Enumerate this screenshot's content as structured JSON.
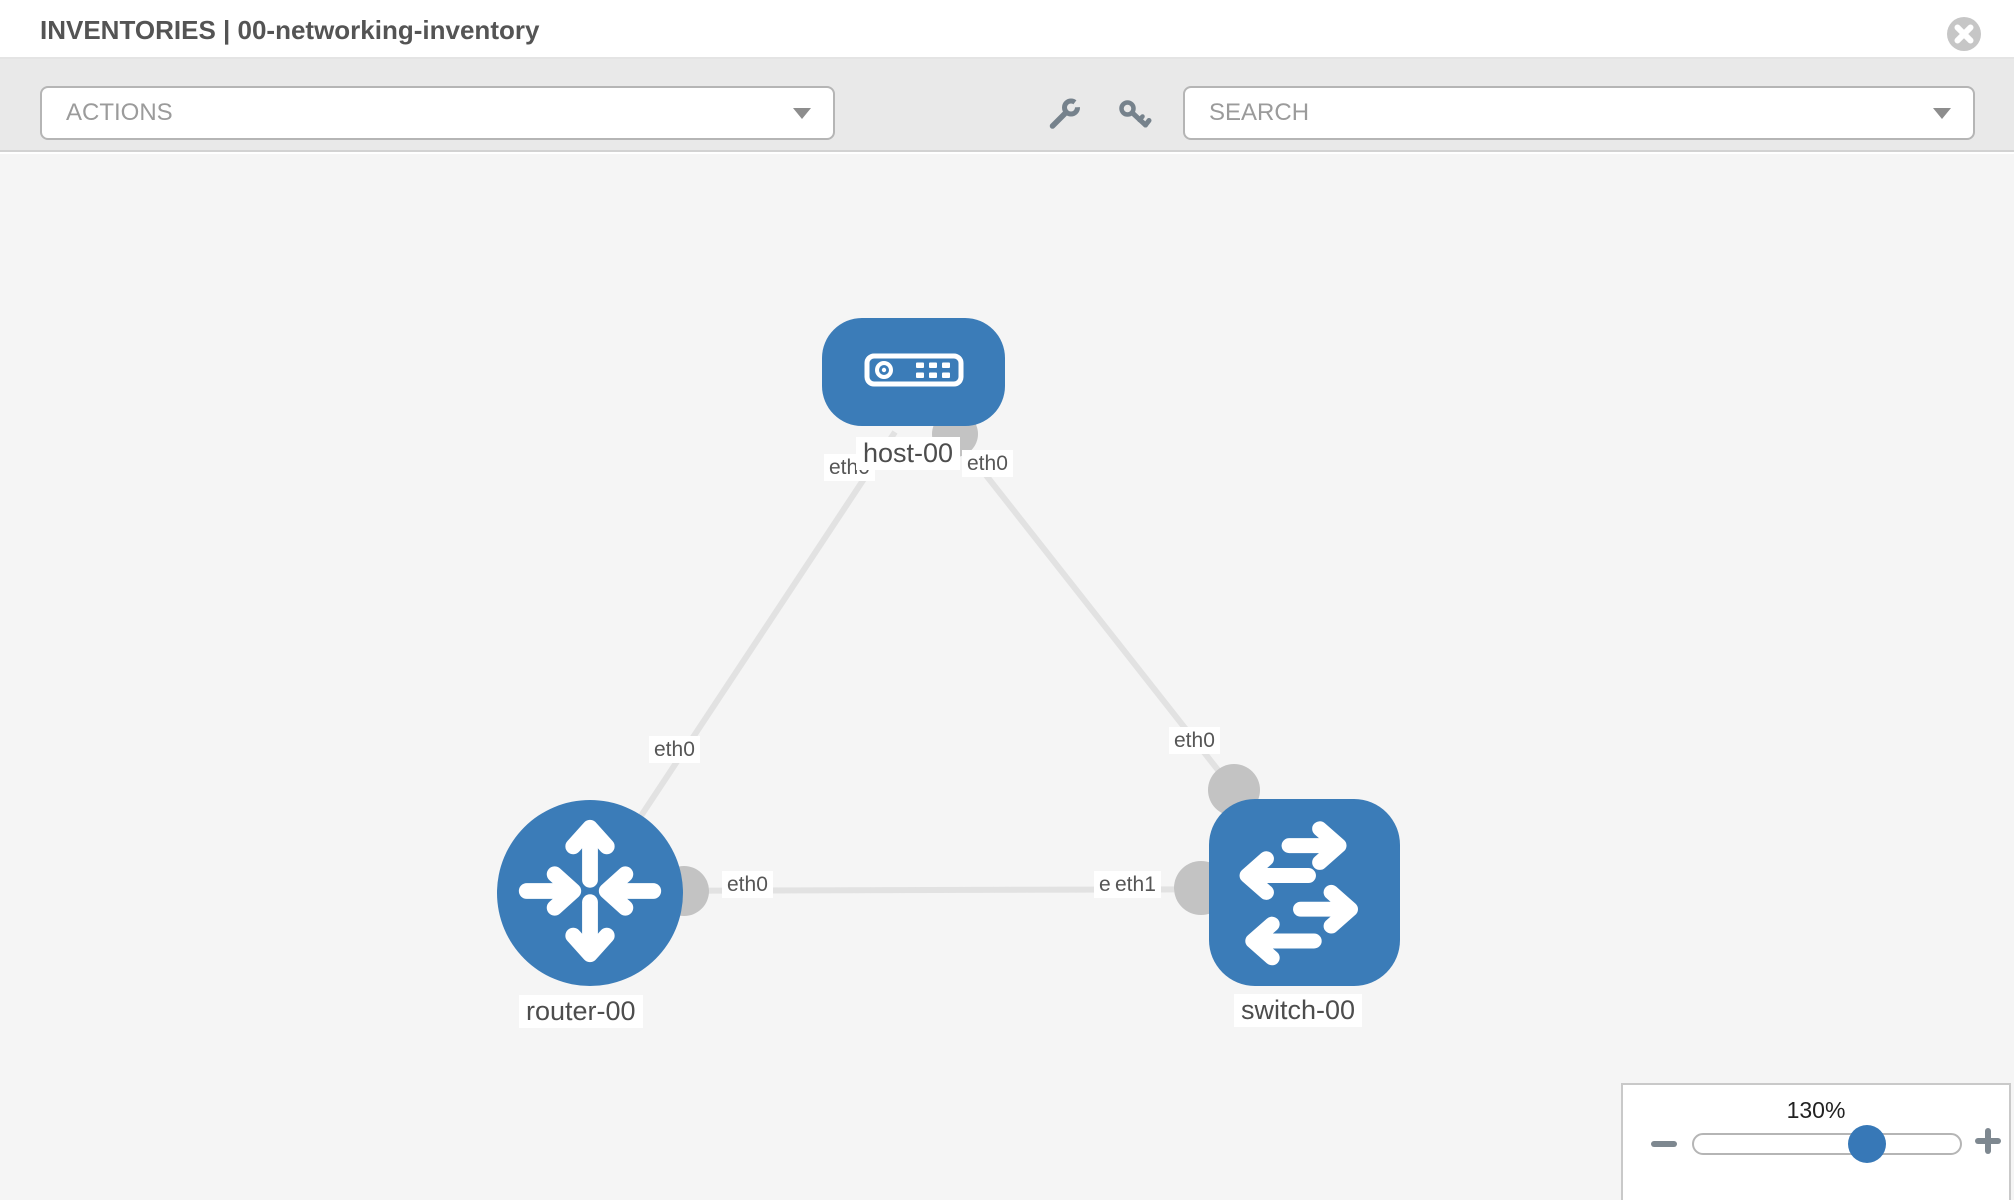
{
  "header": {
    "title": "INVENTORIES | 00-networking-inventory"
  },
  "toolbar": {
    "actions_label": "ACTIONS",
    "search_label": "SEARCH"
  },
  "topology": {
    "nodes": [
      {
        "id": "host-00",
        "type": "host",
        "label": "host-00"
      },
      {
        "id": "router-00",
        "type": "router",
        "label": "router-00"
      },
      {
        "id": "switch-00",
        "type": "switch",
        "label": "switch-00"
      }
    ],
    "links": [
      {
        "source": "host-00",
        "source_interface": "eth0",
        "target": "router-00",
        "target_interface": "eth0"
      },
      {
        "source": "host-00",
        "source_interface": "eth0",
        "target": "switch-00",
        "target_interface": "eth0"
      },
      {
        "source": "router-00",
        "source_interface": "eth0",
        "target": "switch-00",
        "target_interface": "eth1"
      }
    ],
    "overlapping_interface_label": "eth0"
  },
  "zoom_control": {
    "level": "130%"
  },
  "icons": {
    "close": "close-circle",
    "wrench": "wrench",
    "key": "key",
    "actions_dropdown": "chevron-down",
    "search_dropdown": "chevron-down",
    "zoom_out": "minus",
    "zoom_in": "plus"
  },
  "colors": {
    "node_fill": "#3b7cb8",
    "port_fill": "#c3c3c3",
    "link": "#e2e2e2",
    "slider_thumb": "#3778b7",
    "toolbar_bg": "#e9e9e9",
    "canvas_bg": "#f5f5f5"
  }
}
